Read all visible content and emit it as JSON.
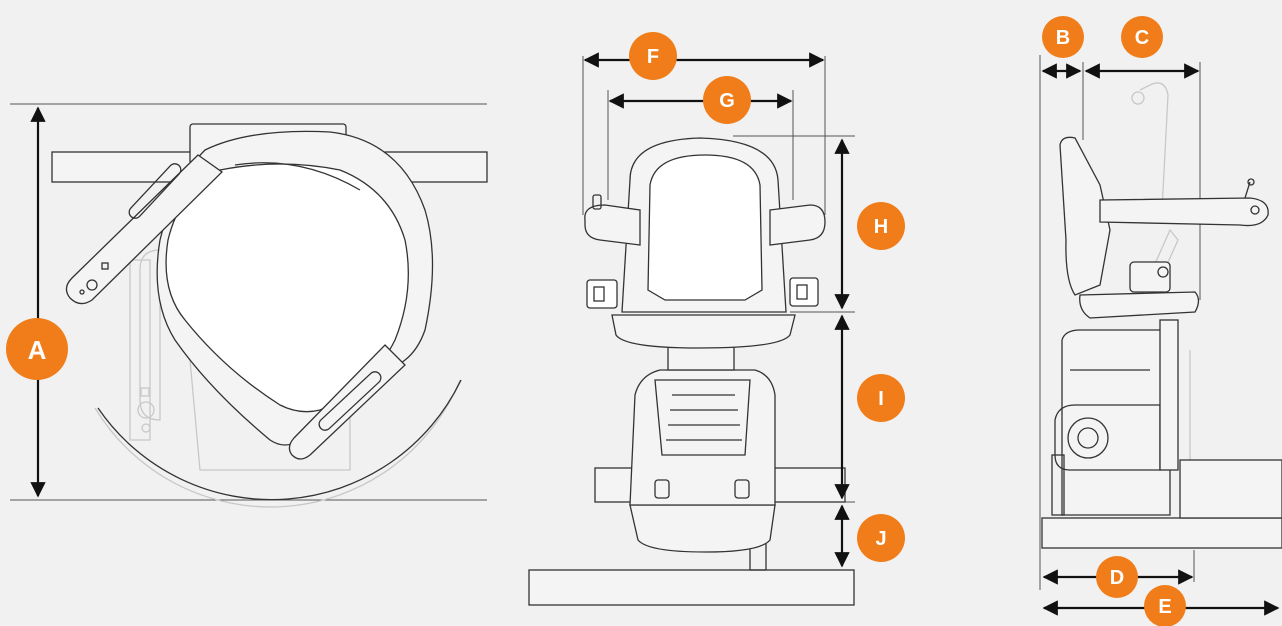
{
  "labels": {
    "A": "A",
    "B": "B",
    "C": "C",
    "D": "D",
    "E": "E",
    "F": "F",
    "G": "G",
    "H": "H",
    "I": "I",
    "J": "J"
  },
  "colors": {
    "badge": "#f07d1a",
    "badge_text": "#ffffff",
    "line": "#333333",
    "background": "#f1f1f1"
  }
}
